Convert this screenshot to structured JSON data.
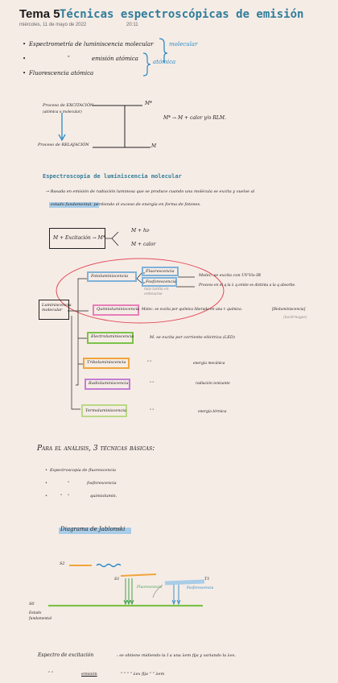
{
  "header": {
    "title_number": "Tema 5",
    "title_text": "Técnicas espectroscópicas de emisión",
    "date": "miércoles, 11 de mayo de 2022",
    "time": "20:11"
  },
  "intro": {
    "item1": "Espectrometría de luminiscencia molecular",
    "item2_ditto": "\"",
    "item2": "emisión atómica",
    "item3": "Fluorescencia atómica",
    "label_molecular": "molecular",
    "label_atomica": "atómica"
  },
  "diagram1": {
    "excitacion": "Proceso de EXCITACIÓN",
    "excitacion_sub": "(atómica o molecular)",
    "relajacion": "Proceso de RELAJACIÓN",
    "m_star_top": "M*",
    "m_bottom": "M",
    "equation": "M* → M + calor  γ/o  RLM."
  },
  "section2": {
    "heading": "Espectroscopia de luminiscencia molecular",
    "line1": "→ Basada en emisión de radiación luminosa que se produce cuando una molécula se excita y vuelve al",
    "line2": "estado fundamental, perdiendo el exceso de energía en forma de fotones.",
    "reaction_box": "M + Excitación → M*",
    "product1": "M + hν",
    "product2": "M + calor"
  },
  "tree": {
    "root": "Luminiscencia molecular",
    "fotolum": "Fotoluminiscencia",
    "fluor": "Fluorescencia",
    "fosfor": "Fosforescencia",
    "fosfor_note": "más tardía en",
    "fosfor_note2": "ordenarse",
    "fotolum_note1": "Molec. se excita con UV-Vis-IR",
    "fotolum_note2": "Proceso en el q la λ q emite es distinta a la q absorbe.",
    "quimio": "Quimioluminiscencia",
    "quimio_note": "Molec. se excita por química liberada en una r. química.",
    "bio": "[Bioluminiscencia]",
    "bio_sub": "(luciérnagas)",
    "electro": "Electroluminiscencia",
    "electro_note": "M. se excita por corriente eléctrica (LED)",
    "tribo": "Triboluminiscencia",
    "tribo_note": "energía mecánica",
    "radio": "Radioluminiscencia",
    "radio_note": "radiación ionizante",
    "termo": "Termoluminiscencia",
    "termo_note": "energía térmica",
    "ditto": "\"  \""
  },
  "section3": {
    "heading": "Para el análisis, 3 técnicas básicas:",
    "t1": "Espectroscopía de fluorescencia",
    "t2": "fosforescencia",
    "t3": "quimiolumin.",
    "ditto": "\""
  },
  "jablonski": {
    "heading": "Diagrama de Jablonski",
    "s2": "S2",
    "s1": "S1",
    "s0": "S0",
    "t1": "T1",
    "fluor": "Fluorescencia",
    "fosfor": "Fosforescencia",
    "estado": "Estado",
    "fundamental": "fundamental"
  },
  "bottom": {
    "exc_label": "Espectro de excitación",
    "exc_text": ": se obtiene midiendo la I a una λem fija y variando la λex.",
    "em_label": "emisión",
    "em_row": "\"  \"",
    "em_text": "\"  \"  \"  \"  λex fija  \"  \"  λem"
  },
  "colors": {
    "title": "#2f7d9a",
    "blue": "#2b8ac4",
    "fotolum": "#7fb2d8",
    "fluor": "#7fb2d8",
    "quimio": "#e77fb8",
    "electro": "#7cc24a",
    "tribo": "#f0a53a",
    "radio": "#c27fd6",
    "termo": "#b9d985",
    "ellipse": "#e24c5a",
    "highlight": "#a9cde8"
  }
}
